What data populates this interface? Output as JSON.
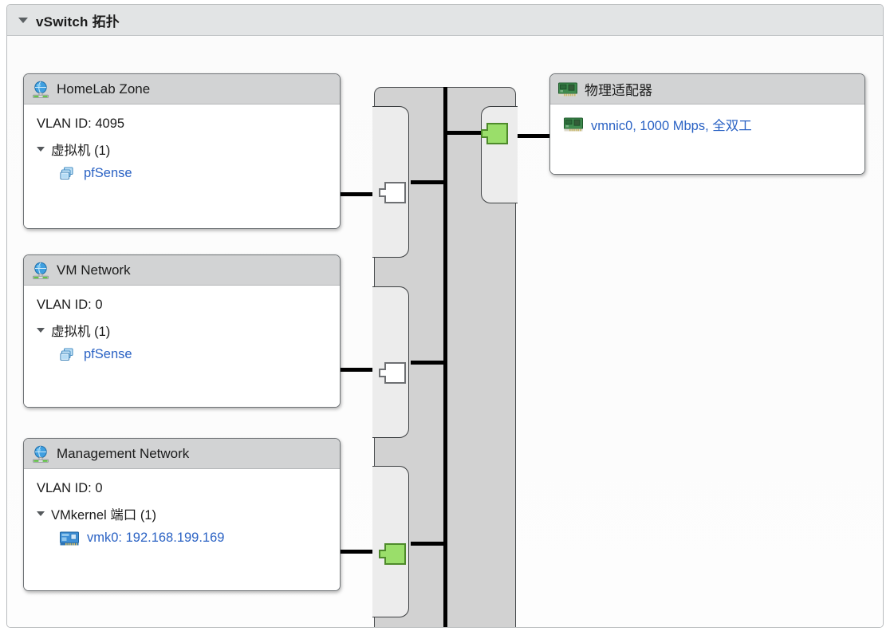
{
  "panel": {
    "title": "vSwitch 拓扑",
    "collapse_icon": "triangle-down-icon",
    "expanded": true
  },
  "port_groups": [
    {
      "name": "HomeLab Zone",
      "icon": "portgroup-globe-icon",
      "vlan_label": "VLAN ID: 4095",
      "group_label": "虚拟机 (1)",
      "group_icon": "triangle-down-icon",
      "children": [
        {
          "label": "pfSense",
          "icon": "virtual-machine-icon"
        }
      ],
      "port_state": "inactive"
    },
    {
      "name": "VM Network",
      "icon": "portgroup-globe-icon",
      "vlan_label": "VLAN ID: 0",
      "group_label": "虚拟机 (1)",
      "group_icon": "triangle-down-icon",
      "children": [
        {
          "label": "pfSense",
          "icon": "virtual-machine-icon"
        }
      ],
      "port_state": "inactive"
    },
    {
      "name": "Management Network",
      "icon": "portgroup-globe-icon",
      "vlan_label": "VLAN ID: 0",
      "group_label": "VMkernel 端口 (1)",
      "group_icon": "triangle-down-icon",
      "children": [
        {
          "label": "vmk0: 192.168.199.169",
          "icon": "vmkernel-nic-icon"
        }
      ],
      "port_state": "active"
    }
  ],
  "physical_adapters": {
    "title": "物理适配器",
    "icon": "physical-nic-icon",
    "items": [
      {
        "label": "vmnic0, 1000 Mbps, 全双工",
        "icon": "physical-nic-icon"
      }
    ],
    "port_state": "active"
  },
  "colors": {
    "link_text": "#2a62c4",
    "card_header": "#d2d3d4",
    "panel_header": "#e2e4e5",
    "switch_body": "#d2d2d2",
    "rail": "#ececec",
    "port_active": "#9ade6a",
    "port_inactive": "#ffffff"
  }
}
